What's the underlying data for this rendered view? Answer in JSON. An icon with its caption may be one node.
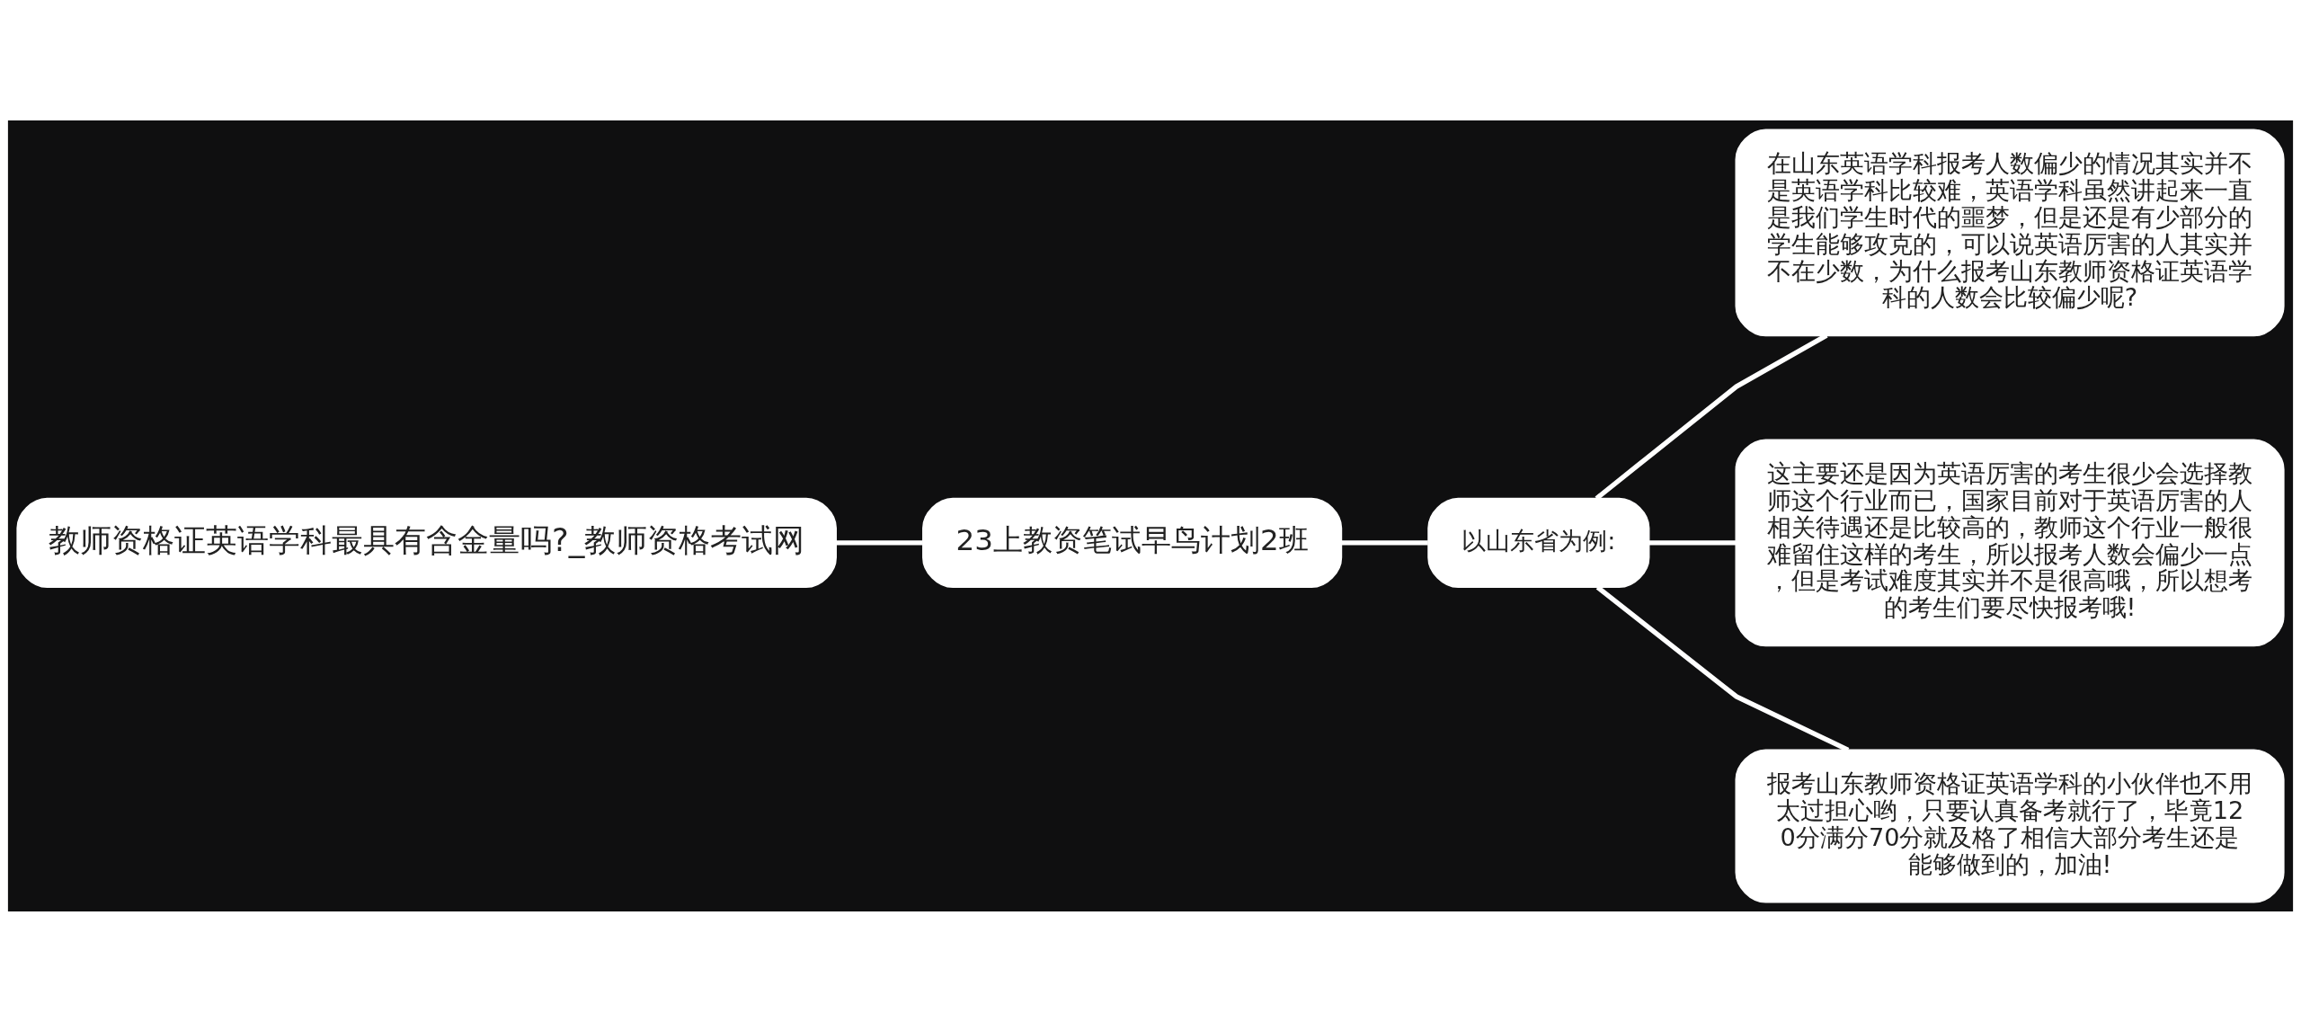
{
  "diagram": {
    "nodes": [
      {
        "text": [
          "教师资格证英语学科最具有含金量吗?_教师资格考试网"
        ]
      },
      {
        "text": [
          "23上教资笔试早鸟计划2班"
        ]
      },
      {
        "text": [
          "以山东省为例:"
        ]
      },
      {
        "text": [
          "在山东英语学科报考人数偏少的情况其实并不是英语学科比较难，英语学科虽然讲起来一直是我们学生时代的噩梦，但是还是有少部分的学生能够攻克的，可以说英语厉害的人其实并不在少数，为什么报考山东教师资格证英语学科的人数会比较偏少呢?"
        ]
      },
      {
        "text": [
          "这主要还是因为英语厉害的考生很少会选择教师这个行业而已，国家目前对于英语厉害的人相关待遇还是比较高的，教师这个行业一般很难留住这样的考生，所以报考人数会偏少一点，但是考试难度其实并不是很高哦，所以想考的考生们要尽快报考哦!"
        ]
      },
      {
        "text": [
          "报考山东教师资格证英语学科的小伙伴也不用太过担心哟，只要认真备考就行了，毕竟120分满分70分就及格了相信大部分考生还是能够做到的，加油!"
        ]
      }
    ],
    "edges": [
      {
        "from": 0,
        "to": 1,
        "arrow": "none"
      },
      {
        "from": 1,
        "to": 2,
        "arrow": "none"
      },
      {
        "from": 2,
        "to": 3,
        "arrow": "none"
      },
      {
        "from": 2,
        "to": 4,
        "arrow": "none"
      },
      {
        "from": 2,
        "to": 5,
        "arrow": "none"
      }
    ]
  }
}
